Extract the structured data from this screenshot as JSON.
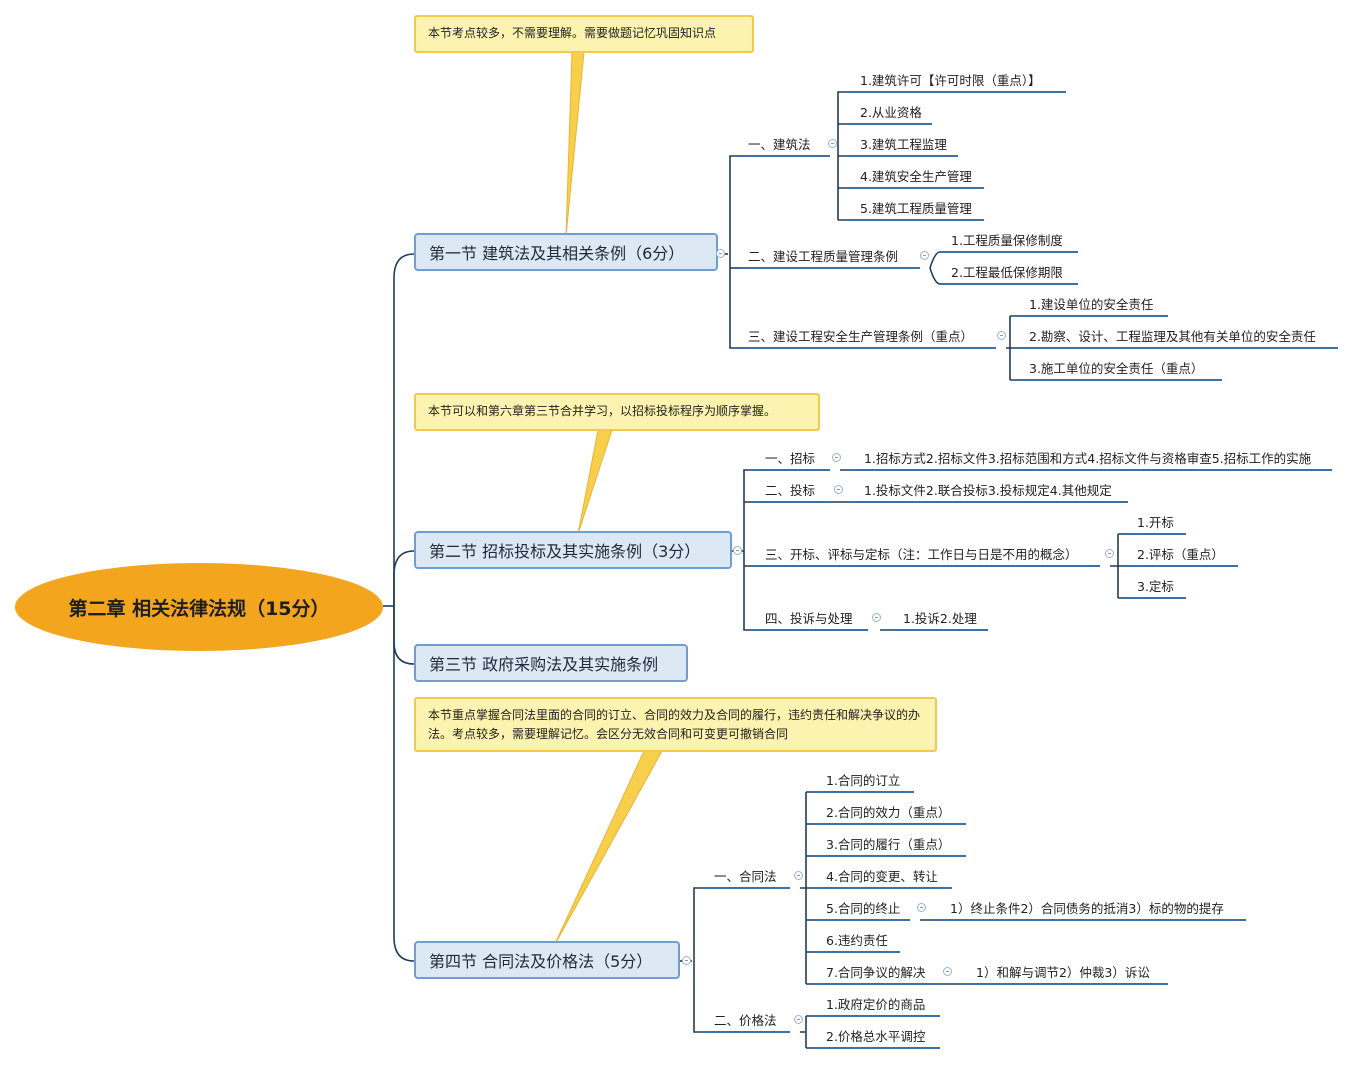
{
  "root": "第二章 相关法律法规（15分）",
  "notes": {
    "sec1": "本节考点较多，不需要理解。需要做题记忆巩固知识点",
    "sec2": "本节可以和第六章第三节合并学习，以招标投标程序为顺序掌握。",
    "sec4": "本节重点掌握合同法里面的合同的订立、合同的效力及合同的履行，违约责任和解决争议的办法。考点较多，需要理解记忆。会区分无效合同和可变更可撤销合同"
  },
  "sections": {
    "s1": {
      "title": "第一节 建筑法及其相关条例（6分）",
      "topics": [
        {
          "label": "一、建筑法",
          "items": [
            "1.建筑许可【许可时限（重点）】",
            "2.从业资格",
            "3.建筑工程监理",
            "4.建筑安全生产管理",
            "5.建筑工程质量管理"
          ]
        },
        {
          "label": "二、建设工程质量管理条例",
          "items": [
            "1.工程质量保修制度",
            "2.工程最低保修期限"
          ]
        },
        {
          "label": "三、建设工程安全生产管理条例（重点）",
          "items": [
            "1.建设单位的安全责任",
            "2.勘察、设计、工程监理及其他有关单位的安全责任",
            "3.施工单位的安全责任（重点）"
          ]
        }
      ]
    },
    "s2": {
      "title": "第二节 招标投标及其实施条例（3分）",
      "topics": [
        {
          "label": "一、招标",
          "items": [
            "1.招标方式2.招标文件3.招标范围和方式4.招标文件与资格审查5.招标工作的实施"
          ]
        },
        {
          "label": "二、投标",
          "items": [
            "1.投标文件2.联合投标3.投标规定4.其他规定"
          ]
        },
        {
          "label": "三、开标、评标与定标（注：工作日与日是不用的概念）",
          "items": [
            "1.开标",
            "2.评标（重点）",
            "3.定标"
          ]
        },
        {
          "label": "四、投诉与处理",
          "items": [
            "1.投诉2.处理"
          ]
        }
      ]
    },
    "s3": {
      "title": "第三节 政府采购法及其实施条例"
    },
    "s4": {
      "title": "第四节 合同法及价格法（5分）",
      "topics": [
        {
          "label": "一、合同法",
          "items": [
            "1.合同的订立",
            "2.合同的效力（重点）",
            "3.合同的履行（重点）",
            "4.合同的变更、转让",
            "5.合同的终止",
            "6.违约责任",
            "7.合同争议的解决"
          ]
        },
        {
          "label": "二、价格法",
          "items": [
            "1.政府定价的商品",
            "2.价格总水平调控"
          ]
        }
      ],
      "sub_items": {
        "termination": "1）终止条件2）合同债务的抵消3）标的物的提存",
        "dispute": "1）和解与调节2）仲裁3）诉讼"
      }
    }
  },
  "colors": {
    "root": "#f3a51d",
    "section_fill": "#dde8f5",
    "section_border": "#6f9dd6",
    "note_fill": "#fdf3b0",
    "note_border": "#f2c84e",
    "connector": "#1f3d5c",
    "underline": "#3e6fa8"
  }
}
